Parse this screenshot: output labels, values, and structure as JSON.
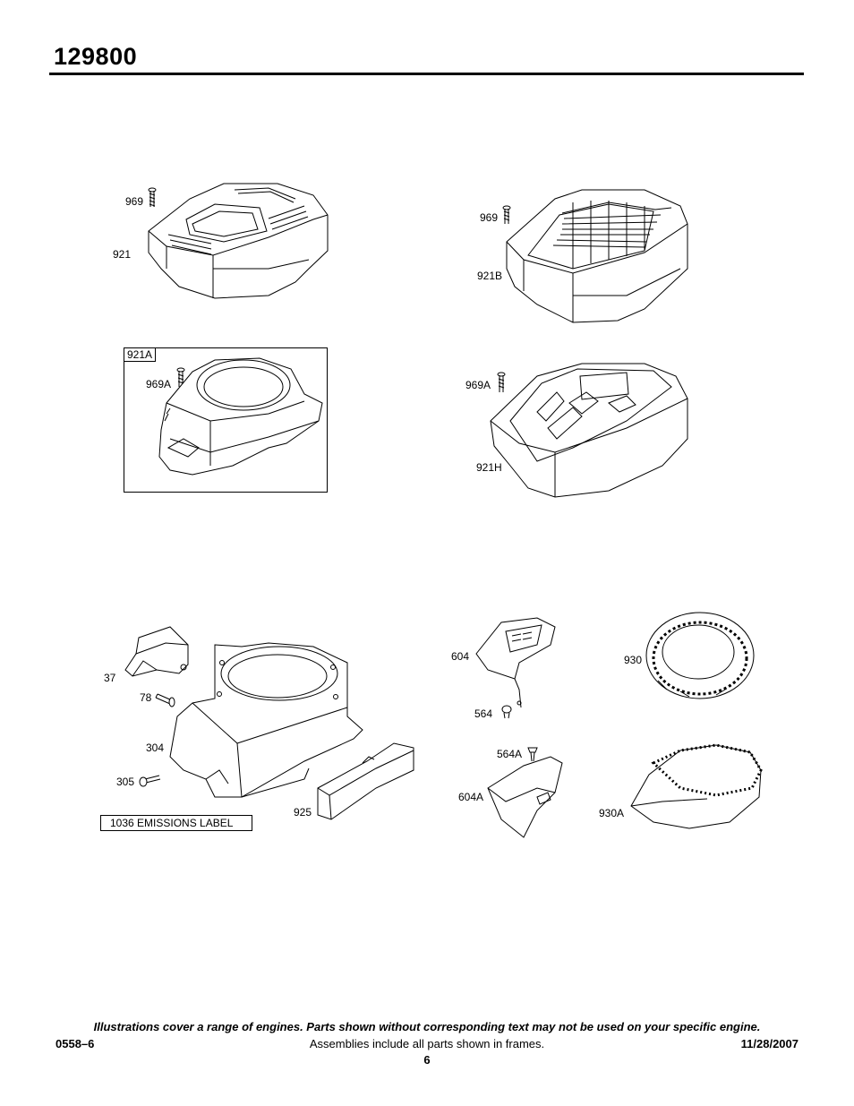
{
  "header": {
    "title": "129800"
  },
  "callouts": {
    "c969_top_left": "969",
    "c921": "921",
    "c969_top_right": "969",
    "c921B": "921B",
    "c921A": "921A",
    "c969A_left": "969A",
    "c969A_right": "969A",
    "c921H": "921H",
    "c37": "37",
    "c78": "78",
    "c304": "304",
    "c305": "305",
    "c925": "925",
    "c604": "604",
    "c564": "564",
    "c930": "930",
    "c564A": "564A",
    "c604A": "604A",
    "c930A": "930A"
  },
  "emissions_label": "1036 EMISSIONS LABEL",
  "footer": {
    "note": "Illustrations cover a range of engines. Parts shown without corresponding text may not be used on your specific engine.",
    "doc_code": "0558–6",
    "assemblies": "Assemblies include all parts shown in frames.",
    "date": "11/28/2007",
    "page": "6"
  }
}
